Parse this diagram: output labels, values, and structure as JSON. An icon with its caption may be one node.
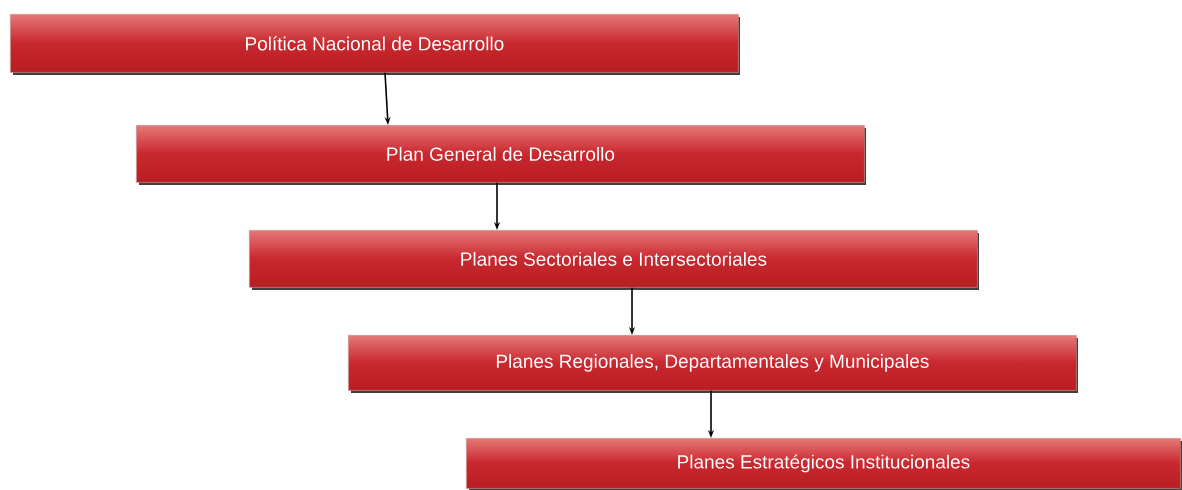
{
  "diagram": {
    "nodes": [
      {
        "text": [
          "Política Nacional de Desarrollo"
        ]
      },
      {
        "text": [
          "Plan General de Desarrollo"
        ]
      },
      {
        "text": [
          "Planes Sectoriales e Intersectoriales"
        ]
      },
      {
        "text": [
          "Planes Regionales, Departamentales y Municipales"
        ]
      },
      {
        "text": [
          "Planes Estratégicos Institucionales"
        ]
      }
    ],
    "edges": [
      {
        "from": 0,
        "to": 1,
        "arrow": "to"
      },
      {
        "from": 1,
        "to": 2,
        "arrow": "to"
      },
      {
        "from": 2,
        "to": 3,
        "arrow": "to"
      },
      {
        "from": 3,
        "to": 4,
        "arrow": "to"
      }
    ]
  }
}
